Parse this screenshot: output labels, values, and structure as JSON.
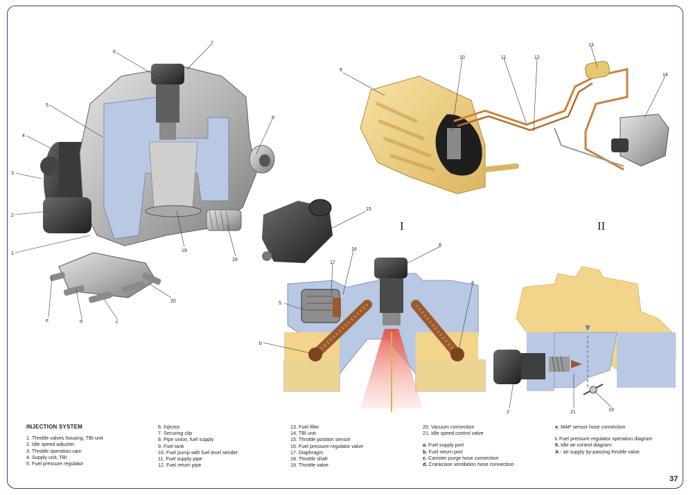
{
  "diagram_labels": {
    "l1": "1",
    "l2": "2",
    "l3": "3",
    "l4": "4",
    "l5": "5",
    "l6": "6",
    "l7": "7",
    "l8": "8",
    "l9": "9",
    "l10": "10",
    "l11": "11",
    "l12": "12",
    "l13": "13",
    "l14": "14",
    "l15": "15",
    "l16": "16",
    "l17": "17",
    "l18": "18",
    "l19": "19",
    "l20": "20",
    "l21": "21",
    "la": "a",
    "lb": "b",
    "lc": "c",
    "ld": "d",
    "le": "e",
    "roman1": "I",
    "roman2": "II"
  },
  "legend": {
    "title": "INJECTION SYSTEM",
    "col1": [
      "1. Throttle valves housing, TBI unit",
      "2. Idle speed adjuster",
      "3. Throttle operation cam",
      "4. Supply unit, TBI",
      "5. Fuel pressure regulator"
    ],
    "col2": [
      "6. Injector",
      "7. Securing clip",
      "8. Pipe union, fuel supply",
      "9. Fuel tank",
      "10. Fuel pump with fuel level sender",
      "11. Fuel supply pipe",
      "12. Fuel return pipe"
    ],
    "col3": [
      "13. Fuel filter",
      "14. TBI unit",
      "15. Throttle position sensor",
      "16. Fuel pressure regulator valve",
      "17. Diaphragm",
      "18. Throttle shaft",
      "19. Throttle valve"
    ],
    "col4a": [
      "20. Vacuum connection",
      "21. Idle speed control valve"
    ],
    "col4b": [
      {
        "key": "a.",
        "text": "Fuel supply port"
      },
      {
        "key": "b.",
        "text": "Fuel return port"
      },
      {
        "key": "c.",
        "text": "Canister purge hose connection"
      },
      {
        "key": "d.",
        "text": "Crankcase ventilation hose connection"
      }
    ],
    "col5a": {
      "key": "e.",
      "text": "MAP sensor hose connection"
    },
    "col5b": [
      {
        "key": "I.",
        "text": "Fuel pressure regulator operation diagram"
      },
      {
        "key": "II.",
        "text": "Idle air control diagram:"
      }
    ],
    "col5c": {
      "key": "A",
      "text": "- air supply by-passing throttle valve"
    }
  },
  "page_number": "37",
  "colors": {
    "frame": "#2d3e8c",
    "housing_blue": "#b9c8e3",
    "housing_yellow": "#f2d58a",
    "fuel_brown": "#9a5a2e",
    "spray_red": "#e0483a",
    "metal": "#9a9a9a"
  }
}
